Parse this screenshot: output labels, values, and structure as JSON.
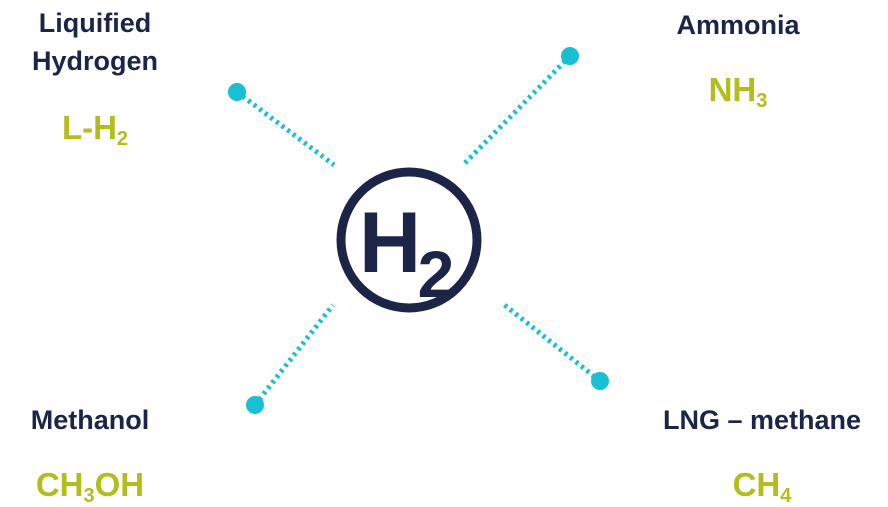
{
  "colors": {
    "navy": "#1c2447",
    "cyan": "#19bfd3",
    "olive": "#b3bd1b"
  },
  "center": {
    "symbol": "H",
    "subscript": "2",
    "icon": "h2-circle-icon"
  },
  "carriers": {
    "liquified": {
      "label_line1": "Liquified",
      "label_line2": "Hydrogen",
      "formula_main": "L-H",
      "formula_sub": "2"
    },
    "ammonia": {
      "label": "Ammonia",
      "formula_main": "NH",
      "formula_sub": "3"
    },
    "methanol": {
      "label": "Methanol",
      "formula_main1": "CH",
      "formula_sub": "3",
      "formula_main2": "OH"
    },
    "lng": {
      "label": "LNG – methane",
      "formula_main": "CH",
      "formula_sub": "4"
    }
  }
}
